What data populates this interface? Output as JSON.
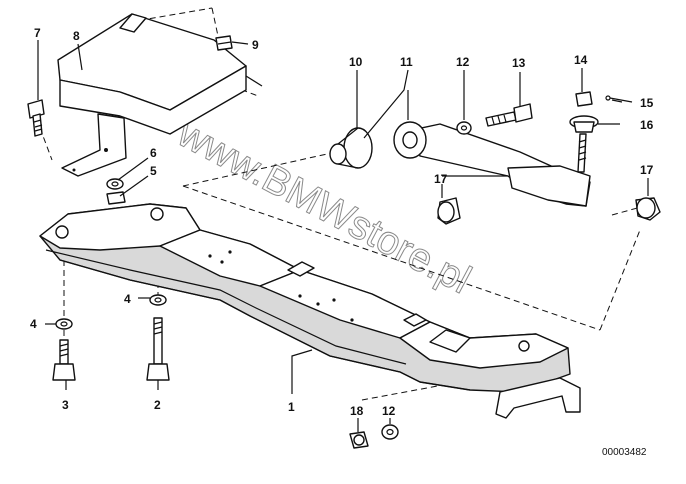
{
  "watermark": "www.BMWstore.pl",
  "diagram_code": "00003482",
  "callouts": [
    {
      "id": "c7",
      "text": "7"
    },
    {
      "id": "c8",
      "text": "8"
    },
    {
      "id": "c9",
      "text": "9"
    },
    {
      "id": "c6",
      "text": "6"
    },
    {
      "id": "c5",
      "text": "5"
    },
    {
      "id": "c10",
      "text": "10"
    },
    {
      "id": "c11",
      "text": "11"
    },
    {
      "id": "c12a",
      "text": "12"
    },
    {
      "id": "c13",
      "text": "13"
    },
    {
      "id": "c14",
      "text": "14"
    },
    {
      "id": "c15",
      "text": "15"
    },
    {
      "id": "c16",
      "text": "16"
    },
    {
      "id": "c17a",
      "text": "17"
    },
    {
      "id": "c17b",
      "text": "17"
    },
    {
      "id": "c4a",
      "text": "4"
    },
    {
      "id": "c4b",
      "text": "4"
    },
    {
      "id": "c3",
      "text": "3"
    },
    {
      "id": "c2",
      "text": "2"
    },
    {
      "id": "c1",
      "text": "1"
    },
    {
      "id": "c18",
      "text": "18"
    },
    {
      "id": "c12b",
      "text": "12"
    }
  ]
}
